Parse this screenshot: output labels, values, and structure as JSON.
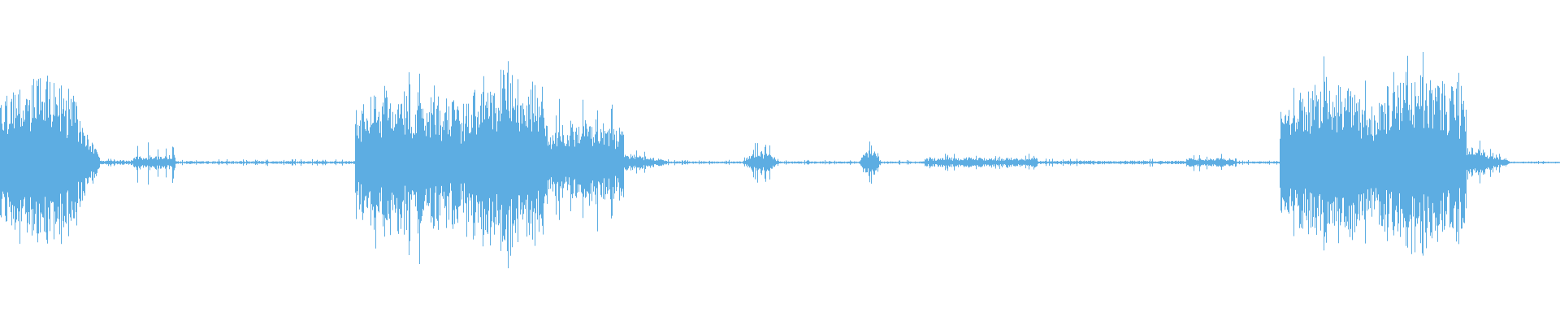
{
  "waveform": {
    "color": "#5dade2",
    "background": "#ffffff",
    "style": "audio-amplitude-waveform",
    "segments": [
      {
        "start": 0.0,
        "end": 0.1,
        "peak": 0.56,
        "body": 0.34,
        "kind": "speech"
      },
      {
        "start": 0.1,
        "end": 0.128,
        "peak": 0.4,
        "body": 0.2,
        "kind": "speech-tail"
      },
      {
        "start": 0.128,
        "end": 0.17,
        "peak": 0.025,
        "body": 0.01,
        "kind": "hiss"
      },
      {
        "start": 0.17,
        "end": 0.225,
        "peak": 0.12,
        "body": 0.03,
        "kind": "noise"
      },
      {
        "start": 0.225,
        "end": 0.455,
        "peak": 0.02,
        "body": 0.006,
        "kind": "silence"
      },
      {
        "start": 0.455,
        "end": 0.595,
        "peak": 0.62,
        "body": 0.3,
        "kind": "speech"
      },
      {
        "start": 0.595,
        "end": 0.7,
        "peak": 0.66,
        "body": 0.38,
        "kind": "speech"
      },
      {
        "start": 0.7,
        "end": 0.8,
        "peak": 0.4,
        "body": 0.18,
        "kind": "speech"
      },
      {
        "start": 0.8,
        "end": 0.86,
        "peak": 0.12,
        "body": 0.04,
        "kind": "speech-tail"
      },
      {
        "start": 0.86,
        "end": 0.95,
        "peak": 0.015,
        "body": 0.005,
        "kind": "silence"
      },
      {
        "start": 0.95,
        "end": 1.0,
        "peak": 0.14,
        "body": 0.05,
        "kind": "blip"
      },
      {
        "start": 1.0,
        "end": 1.1,
        "peak": 0.015,
        "body": 0.005,
        "kind": "silence"
      },
      {
        "start": 1.1,
        "end": 1.13,
        "peak": 0.14,
        "body": 0.06,
        "kind": "blip"
      },
      {
        "start": 1.13,
        "end": 1.185,
        "peak": 0.015,
        "body": 0.005,
        "kind": "silence"
      },
      {
        "start": 1.185,
        "end": 1.33,
        "peak": 0.05,
        "body": 0.02,
        "kind": "noise"
      },
      {
        "start": 1.33,
        "end": 1.52,
        "peak": 0.025,
        "body": 0.008,
        "kind": "hiss"
      },
      {
        "start": 1.52,
        "end": 1.585,
        "peak": 0.05,
        "body": 0.018,
        "kind": "noise"
      },
      {
        "start": 1.585,
        "end": 1.64,
        "peak": 0.015,
        "body": 0.005,
        "kind": "silence"
      },
      {
        "start": 1.64,
        "end": 1.76,
        "peak": 0.6,
        "body": 0.32,
        "kind": "speech"
      },
      {
        "start": 1.76,
        "end": 1.88,
        "peak": 0.64,
        "body": 0.36,
        "kind": "speech"
      },
      {
        "start": 1.88,
        "end": 1.935,
        "peak": 0.2,
        "body": 0.08,
        "kind": "speech-tail"
      },
      {
        "start": 1.935,
        "end": 2.0,
        "peak": 0.012,
        "body": 0.004,
        "kind": "silence"
      }
    ]
  }
}
